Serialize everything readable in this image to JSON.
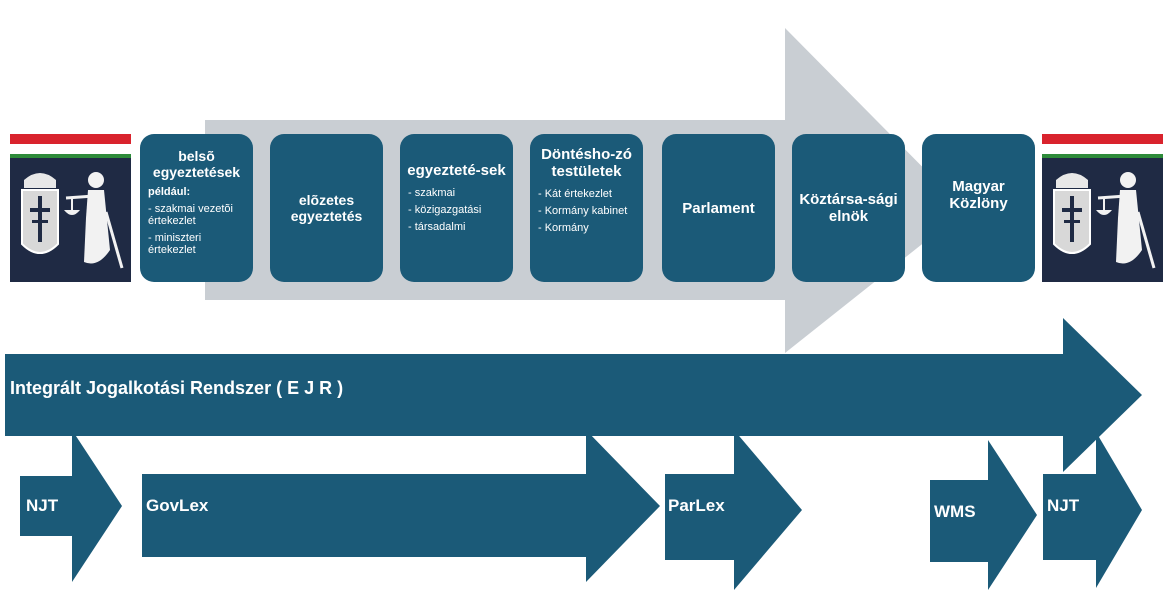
{
  "colors": {
    "primary": "#1b5a78",
    "gray_arrow": "#c9ced3",
    "flag_red": "#d9232d",
    "flag_white": "#ffffff",
    "flag_green": "#2e8b3a",
    "emblem_bg": "#1f2a44"
  },
  "steps": [
    {
      "title": "belsõ egyeztetések",
      "lead": "például:",
      "items": [
        "- szakmai vezetõi értekezlet",
        "- miniszteri értekezlet"
      ]
    },
    {
      "title": "elõzetes egyeztetés",
      "lead": "",
      "items": []
    },
    {
      "title": "egyezteté-sek",
      "lead": "",
      "items": [
        "- szakmai",
        "- közigazgatási",
        "- társadalmi"
      ]
    },
    {
      "title": "Döntésho-zó testületek",
      "lead": "",
      "items": [
        "- Kát értekezlet",
        "- Kormány kabinet",
        "- Kormány"
      ]
    },
    {
      "title": "Parlament",
      "lead": "",
      "items": []
    },
    {
      "title": "Köztársa-sági elnök",
      "lead": "",
      "items": []
    },
    {
      "title": "Magyar Közlöny",
      "lead": "",
      "items": []
    }
  ],
  "systems": {
    "main": "Integrált Jogalkotási Rendszer ( E J R )",
    "njt_left": "NJT",
    "govlex": "GovLex",
    "parlex": "ParLex",
    "wms": "WMS",
    "njt_right": "NJT"
  },
  "emblems": [
    "coat-of-arms",
    "coat-of-arms"
  ]
}
